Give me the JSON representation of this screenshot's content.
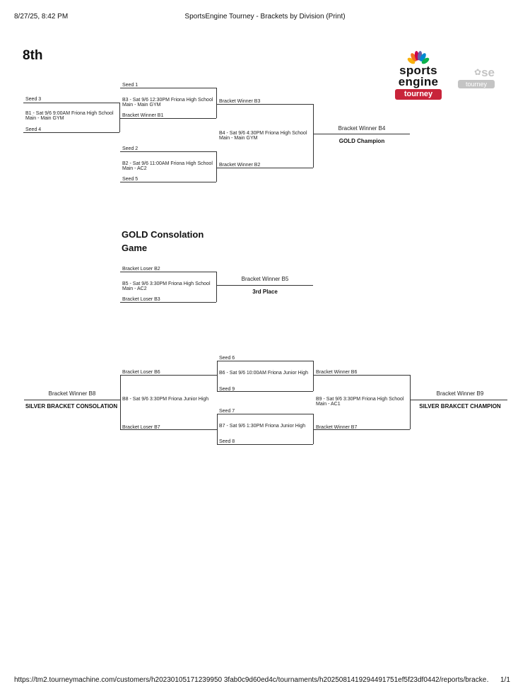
{
  "header": {
    "datetime": "8/27/25, 8:42 PM",
    "title": "SportsEngine Tourney - Brackets by Division (Print)"
  },
  "division": "8th",
  "logo": {
    "line1": "sports",
    "line2": "engine",
    "badge": "tourney",
    "se_mark": "se",
    "se_badge": "tourney",
    "brand_color": "#c8243a",
    "peacock_icon": "peacock-icon"
  },
  "gold": {
    "seed1": "Seed 1",
    "seed3": "Seed 3",
    "seed4": "Seed 4",
    "seed2": "Seed 2",
    "seed5": "Seed 5",
    "b1_game": "B1 - Sat 9/6 9:00AM Friona High School Main - Main GYM",
    "b3_game": "B3 - Sat 9/6 12:30PM Friona High School Main - Main GYM",
    "b2_game": "B2 - Sat 9/6 11:00AM Friona High School Main - AC2",
    "b4_game": "B4 - Sat 9/6 4:30PM Friona High School Main - Main GYM",
    "winner_b1": "Bracket Winner B1",
    "winner_b3": "Bracket Winner B3",
    "winner_b2": "Bracket Winner B2",
    "winner_b4": "Bracket Winner B4",
    "champion": "GOLD Champion"
  },
  "consolation": {
    "title_line1": "GOLD Consolation",
    "title_line2": "Game",
    "loser_b2": "Bracket Loser B2",
    "loser_b3": "Bracket Loser B3",
    "b5_game": "B5 - Sat 9/6 3:30PM Friona High School Main - AC2",
    "winner_b5": "Bracket Winner B5",
    "place": "3rd Place"
  },
  "silver": {
    "seed6": "Seed 6",
    "seed9": "Seed 9",
    "seed7": "Seed 7",
    "seed8": "Seed 8",
    "b6_game": "B6 - Sat 9/6 10:00AM Friona Junior High",
    "b7_game": "B7 - Sat 9/6 1:30PM Friona Junior High",
    "b8_game": "B8 - Sat 9/6 3:30PM Friona Junior High",
    "b9_game": "B9 - Sat 9/6 3:30PM Friona High School Main - AC1",
    "loser_b6": "Bracket Loser B6",
    "loser_b7": "Bracket Loser B7",
    "winner_b6": "Bracket Winner B6",
    "winner_b7": "Bracket Winner B7",
    "winner_b8": "Bracket Winner B8",
    "winner_b9": "Bracket Winner B9",
    "consolation_title": "SILVER BRACKET CONSOLATION",
    "champion": "SILVER BRAKCET CHAMPION"
  },
  "footer": {
    "url": "https://tm2.tourneymachine.com/customers/h20230105171239950 3fab0c9d60ed4c/tournaments/h2025081419294491751ef5f23df0442/reports/bracke…",
    "page": "1/1"
  }
}
